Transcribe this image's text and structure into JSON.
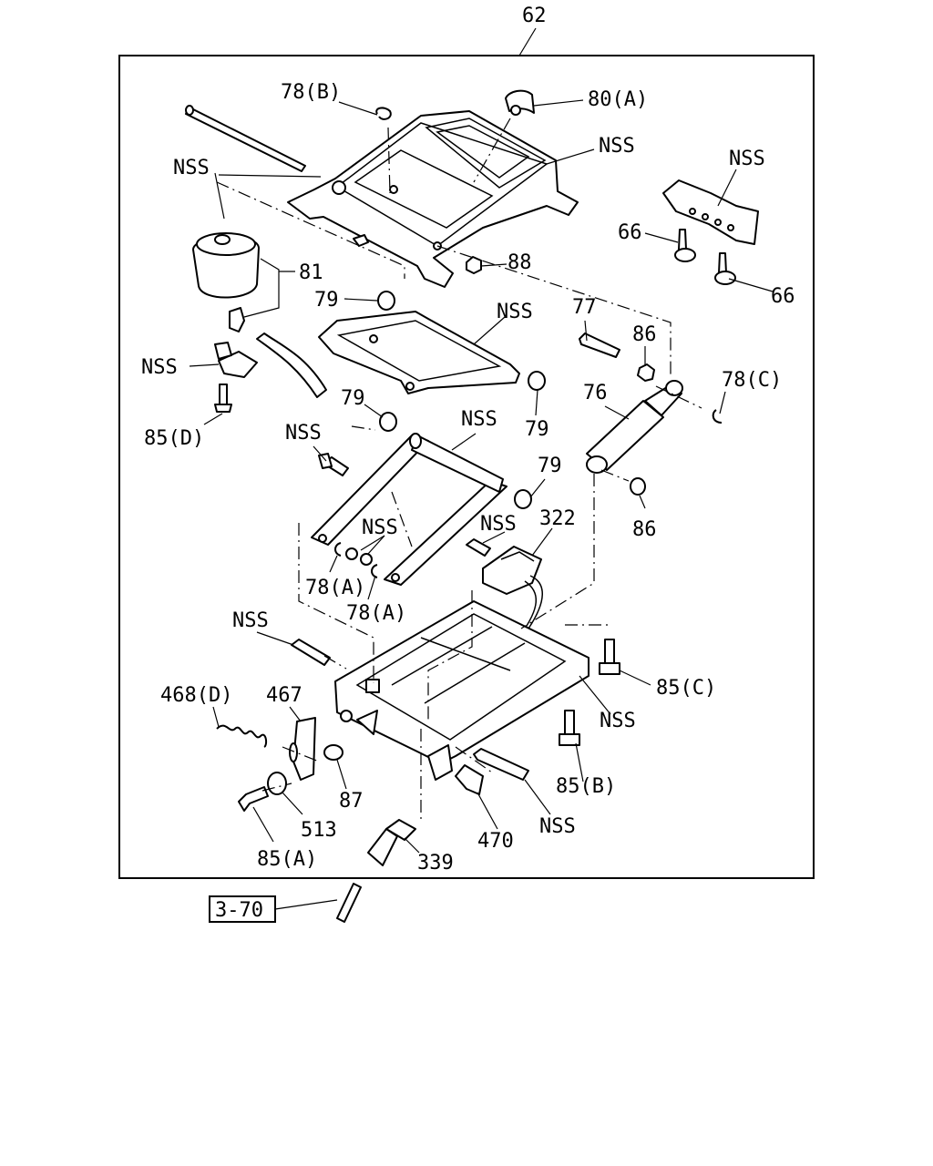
{
  "assembly": {
    "number": "62"
  },
  "reference": {
    "text": "3-70"
  },
  "labels": {
    "l78b": "78(B)",
    "l80a": "80(A)",
    "nss_top": "NSS",
    "nss_bracket": "NSS",
    "nss_rod": "NSS",
    "l66_left": "66",
    "l66_right": "66",
    "l88": "88",
    "l81": "81",
    "l79_top": "79",
    "nss_upper_frame": "NSS",
    "l77": "77",
    "l86_upper": "86",
    "l78c": "78(C)",
    "nss_clip": "NSS",
    "l85d": "85(D)",
    "l79_mid": "79",
    "l79_right": "79",
    "l76": "76",
    "nss_scissor": "NSS",
    "nss_bolt": "NSS",
    "l79_lower": "79",
    "l86_lower": "86",
    "l322": "322",
    "nss_bushing": "NSS",
    "nss_pin": "NSS",
    "l78a_left": "78(A)",
    "l78a_right": "78(A)",
    "nss_shaft": "NSS",
    "l468d": "468(D)",
    "l467": "467",
    "l85c": "85(C)",
    "nss_base": "NSS",
    "l87": "87",
    "l85b": "85(B)",
    "l513": "513",
    "l85a": "85(A)",
    "l470": "470",
    "nss_bottom": "NSS",
    "l339": "339"
  }
}
